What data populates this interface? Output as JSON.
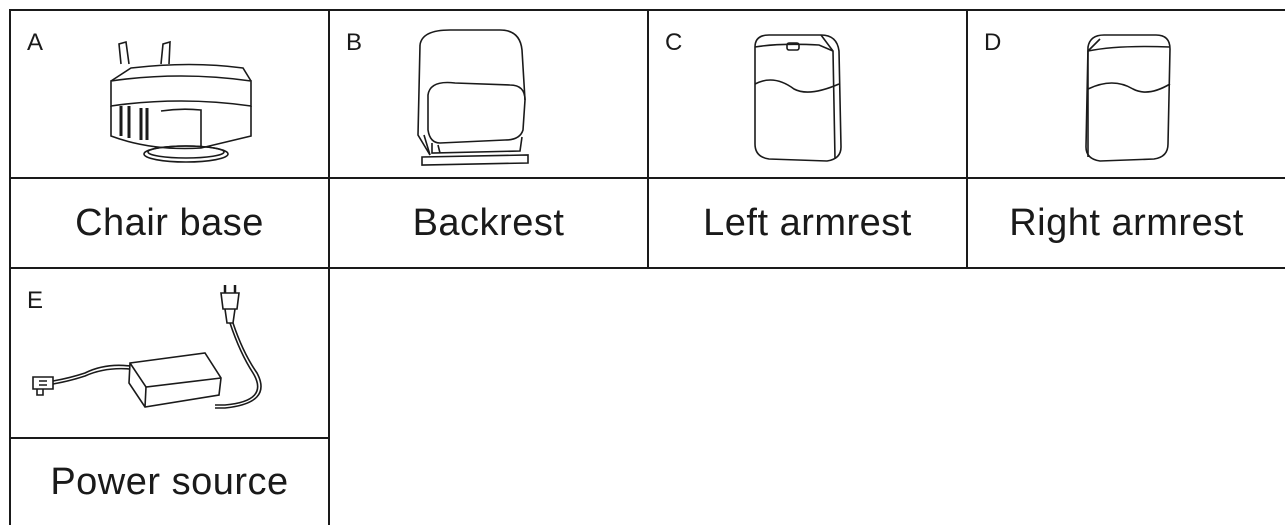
{
  "parts": [
    {
      "letter": "A",
      "name": "Chair base",
      "icon": "chair-base-icon"
    },
    {
      "letter": "B",
      "name": "Backrest",
      "icon": "backrest-icon"
    },
    {
      "letter": "C",
      "name": "Left armrest",
      "icon": "left-armrest-icon"
    },
    {
      "letter": "D",
      "name": "Right armrest",
      "icon": "right-armrest-icon"
    },
    {
      "letter": "E",
      "name": "Power source",
      "icon": "power-source-icon"
    }
  ],
  "colors": {
    "line": "#1a1a1a",
    "background": "#ffffff"
  }
}
